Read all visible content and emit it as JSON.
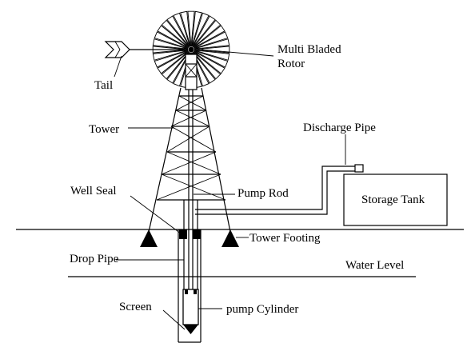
{
  "labels": {
    "rotor_line1": "Multi Bladed",
    "rotor_line2": "Rotor",
    "tail": "Tail",
    "tower": "Tower",
    "discharge_pipe": "Discharge Pipe",
    "well_seal": "Well Seal",
    "pump_rod": "Pump Rod",
    "storage_tank": "Storage Tank",
    "tower_footing": "Tower Footing",
    "drop_pipe": "Drop Pipe",
    "water_level": "Water Level",
    "screen": "Screen",
    "pump_cylinder": "pump Cylinder"
  },
  "rotor": {
    "blade_count": 32
  },
  "colors": {
    "ink": "#000000",
    "background": "#ffffff"
  }
}
